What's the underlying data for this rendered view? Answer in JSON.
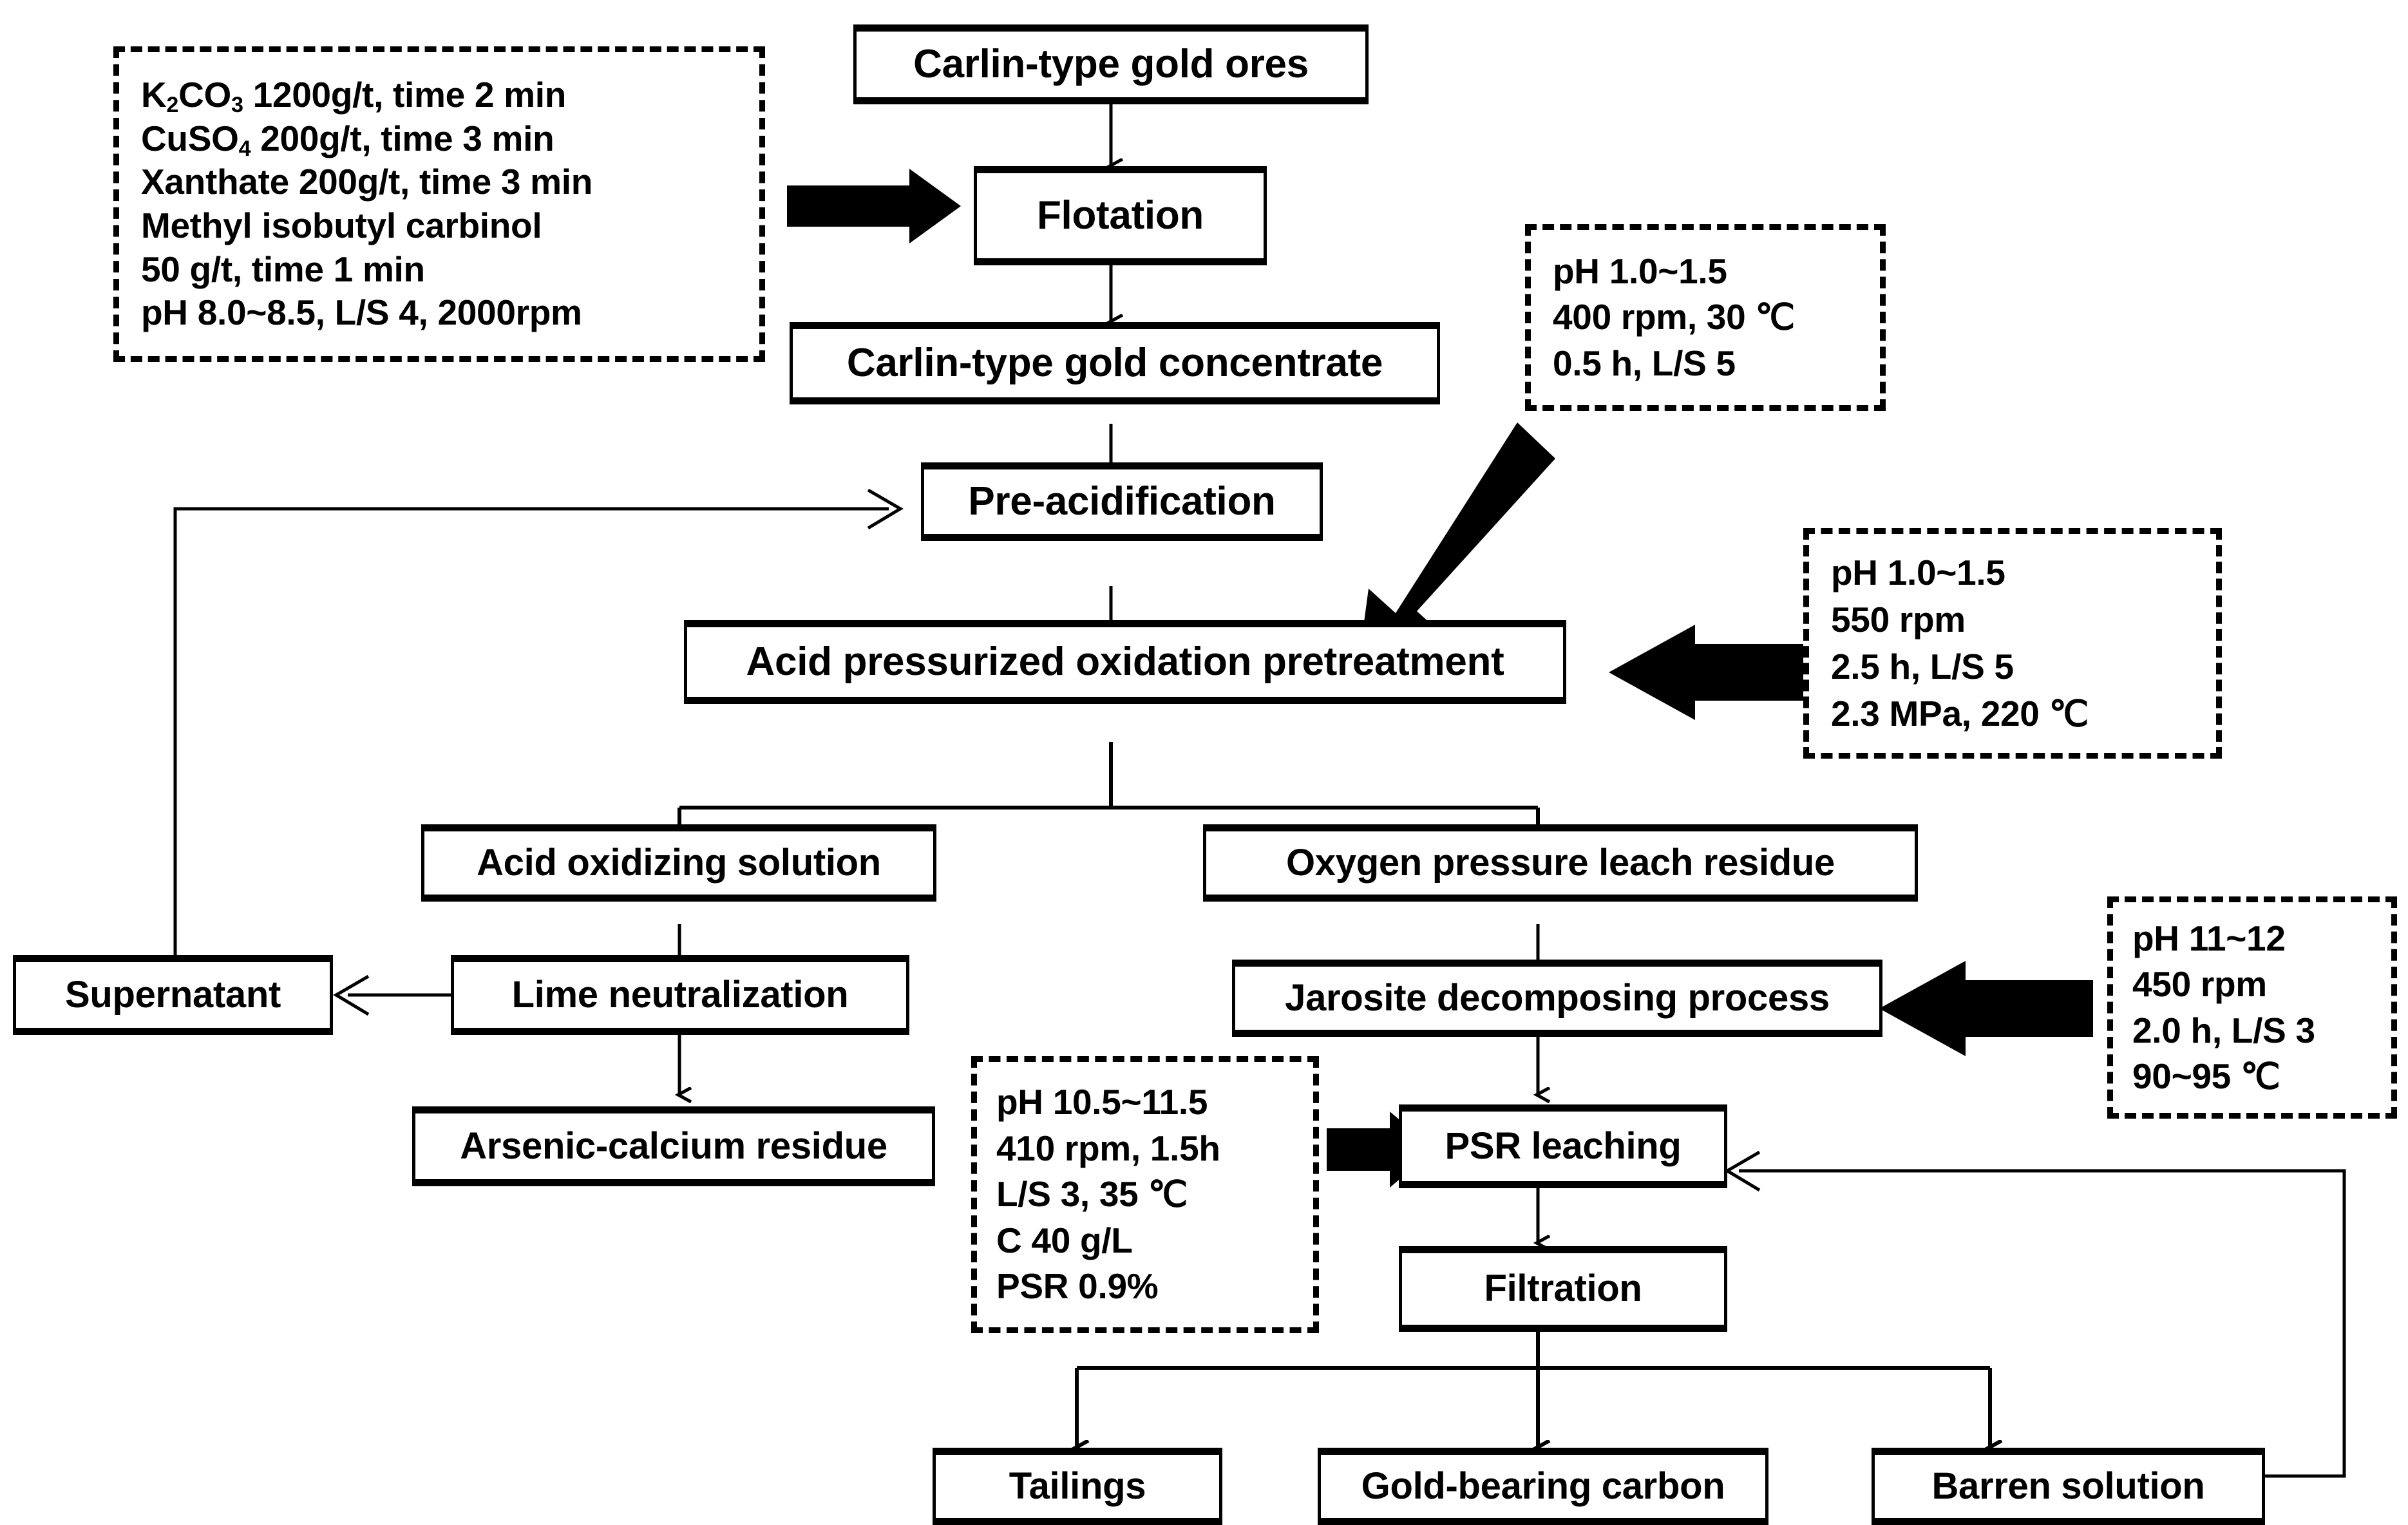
{
  "diagram": {
    "title": "Carlin-type gold ore flotation and pressure-oxidation process flowsheet",
    "line_color": "#000000",
    "box_fill": "#ffffff"
  },
  "process_boxes": {
    "gold_ores": "Carlin-type gold ores",
    "flotation": "Flotation",
    "gold_concentrate": "Carlin-type gold concentrate",
    "pre_acidification": "Pre-acidification",
    "acid_pressurized_oxidation": "Acid pressurized oxidation pretreatment",
    "acid_oxidizing_solution": "Acid oxidizing solution",
    "oxygen_pressure_leach_residue": "Oxygen pressure leach residue",
    "supernatant": "Supernatant",
    "lime_neutralization": "Lime neutralization",
    "jarosite_decomposing": "Jarosite decomposing process",
    "arsenic_calcium_residue": "Arsenic-calcium residue",
    "psr_leaching": "PSR leaching",
    "filtration": "Filtration",
    "tailings": "Tailings",
    "gold_bearing_carbon": "Gold-bearing carbon",
    "barren_solution": "Barren solution"
  },
  "condition_boxes": {
    "flotation_reagents": {
      "lines": [
        "K2CO3 1200g/t, time 2 min",
        "CuSO4 200g/t, time 3 min",
        "Xanthate 200g/t, time 3 min",
        "Methyl isobutyl carbinol",
        "50 g/t, time 1 min",
        "pH 8.0~8.5, L/S 4, 2000rpm"
      ],
      "l1_a": "K",
      "l1_sub": "2",
      "l1_b": "CO",
      "l1_sub2": "3",
      "l1_c": " 1200g/t, time 2 min",
      "l2_a": "CuSO",
      "l2_sub": "4",
      "l2_c": " 200g/t, time 3 min",
      "l3": "Xanthate 200g/t, time 3 min",
      "l4": "Methyl isobutyl carbinol",
      "l5": "50 g/t, time 1 min",
      "l6": "pH 8.0~8.5, L/S 4, 2000rpm"
    },
    "pre_acidification_conditions": {
      "l1": "pH 1.0~1.5",
      "l2": "400 rpm, 30 ℃",
      "l3": "0.5 h, L/S 5"
    },
    "oxidation_conditions": {
      "l1": "pH 1.0~1.5",
      "l2": "550 rpm",
      "l3": "2.5 h, L/S 5",
      "l4": "2.3 MPa, 220 ℃"
    },
    "jarosite_conditions": {
      "l1": "pH 11~12",
      "l2": "450 rpm",
      "l3": "2.0 h, L/S 3",
      "l4": "90~95 ℃"
    },
    "psr_leaching_conditions": {
      "l1": "pH 10.5~11.5",
      "l2": "410 rpm, 1.5h",
      "l3": "L/S 3, 35 ℃",
      "l4": "C 40 g/L",
      "l5": "PSR 0.9%"
    }
  }
}
